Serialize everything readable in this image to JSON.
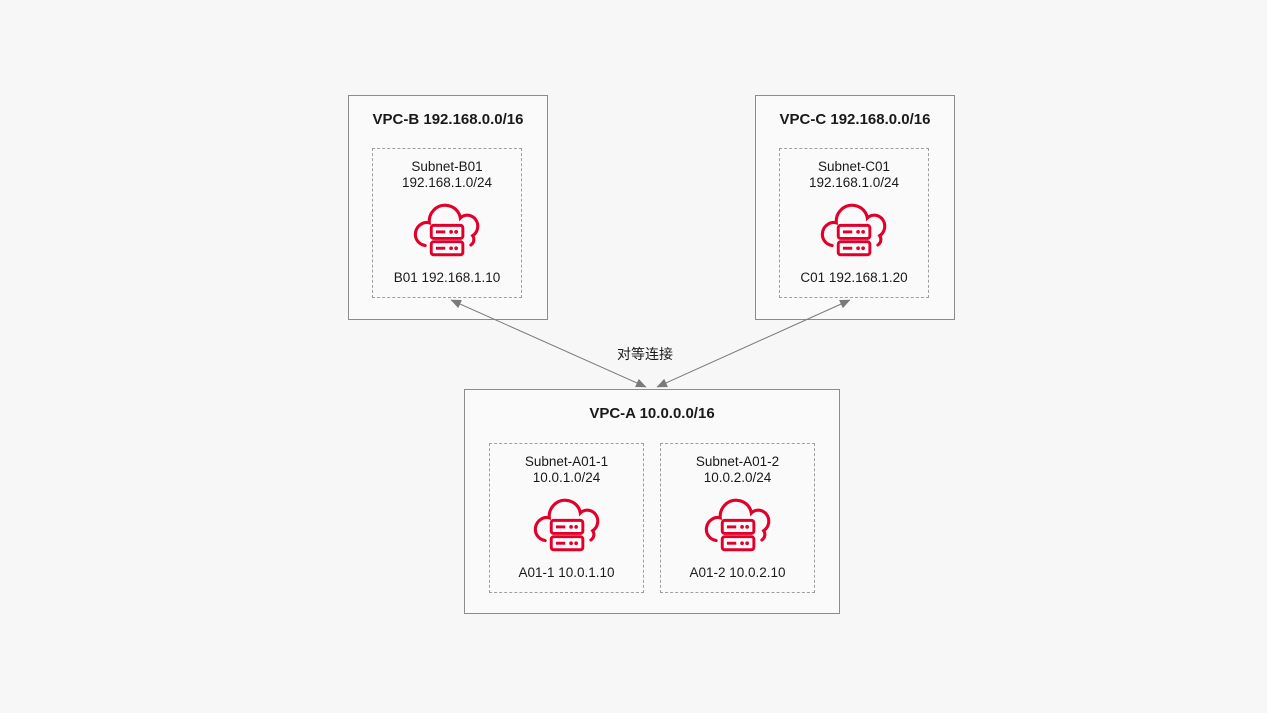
{
  "diagram": {
    "peering_label": "对等连接",
    "vpcs": [
      {
        "title": "VPC-B 192.168.0.0/16",
        "subnets": [
          {
            "name": "Subnet-B01",
            "cidr": "192.168.1.0/24",
            "server": "B01 192.168.1.10"
          }
        ]
      },
      {
        "title": "VPC-C 192.168.0.0/16",
        "subnets": [
          {
            "name": "Subnet-C01",
            "cidr": "192.168.1.0/24",
            "server": "C01 192.168.1.20"
          }
        ]
      },
      {
        "title": "VPC-A 10.0.0.0/16",
        "subnets": [
          {
            "name": "Subnet-A01-1",
            "cidr": "10.0.1.0/24",
            "server": "A01-1 10.0.1.10"
          },
          {
            "name": "Subnet-A01-2",
            "cidr": "10.0.2.0/24",
            "server": "A01-2 10.0.2.10"
          }
        ]
      }
    ],
    "colors": {
      "background": "#f7f7f7",
      "vpc_fill": "#fafafa",
      "vpc_border": "#8c8c8c",
      "subnet_border": "#9f9f9f",
      "icon_red": "#e2002b",
      "arrow": "#7a7a7a",
      "text": "#1a1a1a"
    }
  }
}
